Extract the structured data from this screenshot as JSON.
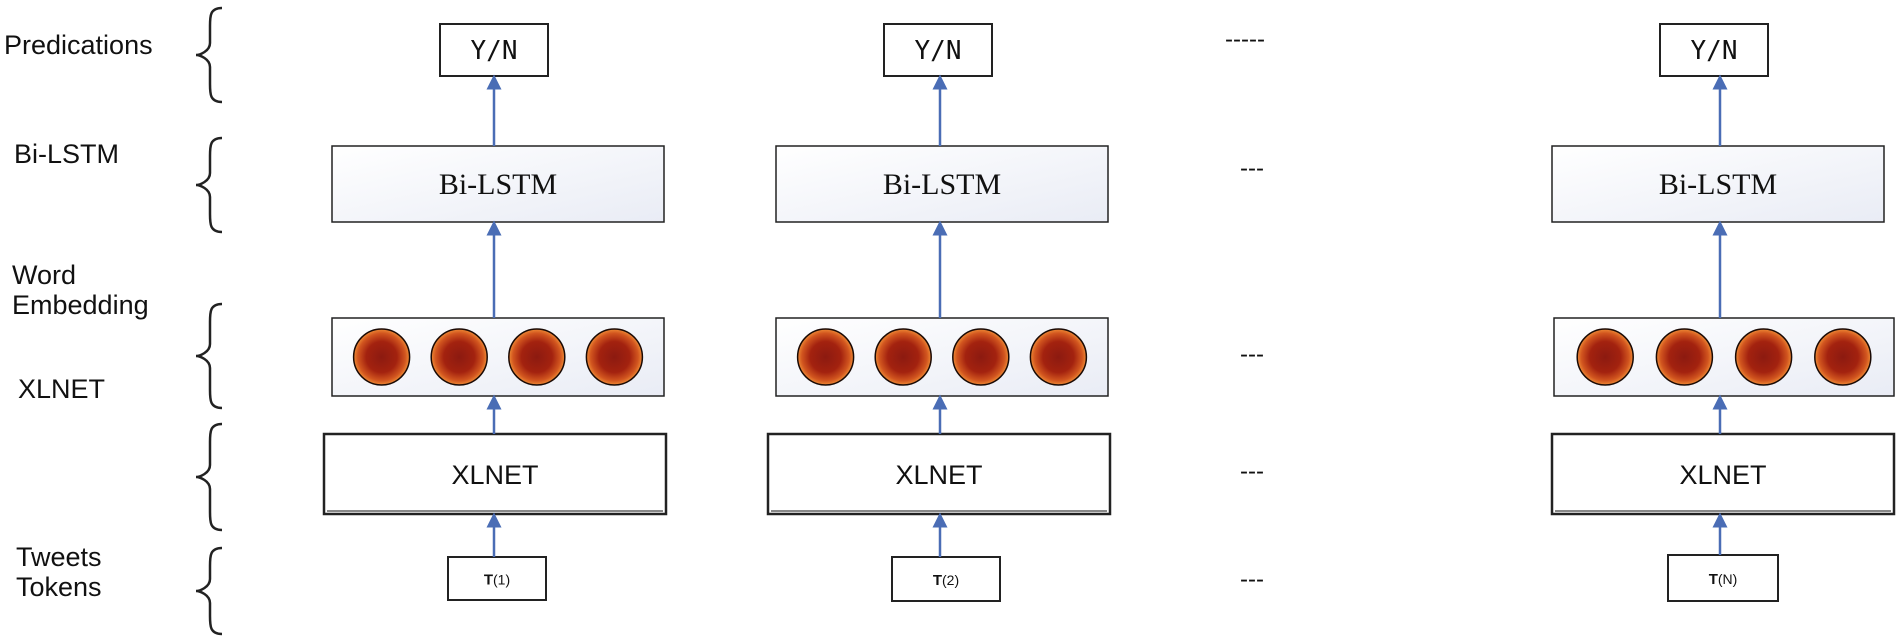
{
  "layers": [
    {
      "id": "predictions",
      "label_lines": [
        "Predications"
      ]
    },
    {
      "id": "bilstm",
      "label_lines": [
        "Bi-LSTM"
      ]
    },
    {
      "id": "embedding",
      "label_lines": [
        "Word",
        "Embedding"
      ]
    },
    {
      "id": "xlnet",
      "label_lines": [
        "XLNET"
      ]
    },
    {
      "id": "tokens",
      "label_lines": [
        "Tweets",
        "Tokens"
      ]
    }
  ],
  "columns": [
    {
      "prediction": "Y/N",
      "bilstm": "Bi-LSTM",
      "xlnet": "XLNET",
      "token_main": "T",
      "token_sub": "(1)"
    },
    {
      "prediction": "Y/N",
      "bilstm": "Bi-LSTM",
      "xlnet": "XLNET",
      "token_main": "T",
      "token_sub": "(2)"
    },
    {
      "prediction": "Y/N",
      "bilstm": "Bi-LSTM",
      "xlnet": "XLNET",
      "token_main": "T",
      "token_sub": "(N)"
    }
  ],
  "ellipses": {
    "predictions": "-----",
    "bilstm": "---",
    "embedding": "---",
    "xlnet": "---",
    "tokens": "---"
  },
  "colors": {
    "arrow": "#4a6db5",
    "box_border": "#222222",
    "box_fill_light": "#f2f4fa",
    "circle_outer": "#e8762a",
    "circle_inner": "#8c1a10"
  }
}
